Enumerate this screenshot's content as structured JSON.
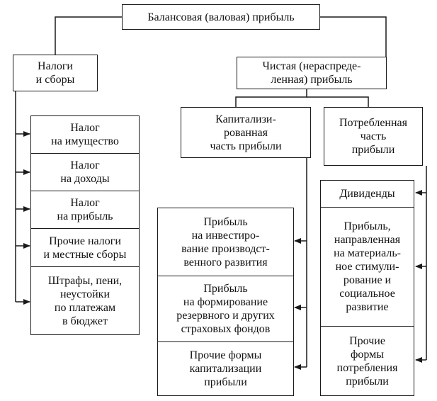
{
  "root": {
    "label": "Балансовая (валовая) прибыль"
  },
  "taxes": {
    "label": "Налоги\nи сборы",
    "items": [
      "Налог\nна имущество",
      "Налог\nна доходы",
      "Налог\nна прибыль",
      "Прочие налоги\nи местные сборы",
      "Штрафы, пени,\nнеустойки\nпо платежам\nв бюджет"
    ]
  },
  "net_profit": {
    "label": "Чистая (нераспреде-\nленная) прибыль"
  },
  "capitalized": {
    "label": "Капитализи-\nрованная\nчасть прибыли",
    "items": [
      "Прибыль\nна инвестиро-\nвание производст-\nвенного развития",
      "Прибыль\nна формирование\nрезервного и других\nстраховых фондов",
      "Прочие формы\nкапитализации\nприбыли"
    ]
  },
  "consumed": {
    "label": "Потребленная\nчасть\nприбыли",
    "items": [
      "Дивиденды",
      "Прибыль,\nнаправленная\nна материаль-\nное стимули-\nрование и\nсоциальное\nразвитие",
      "Прочие\nформы\nпотребления\nприбыли"
    ]
  }
}
